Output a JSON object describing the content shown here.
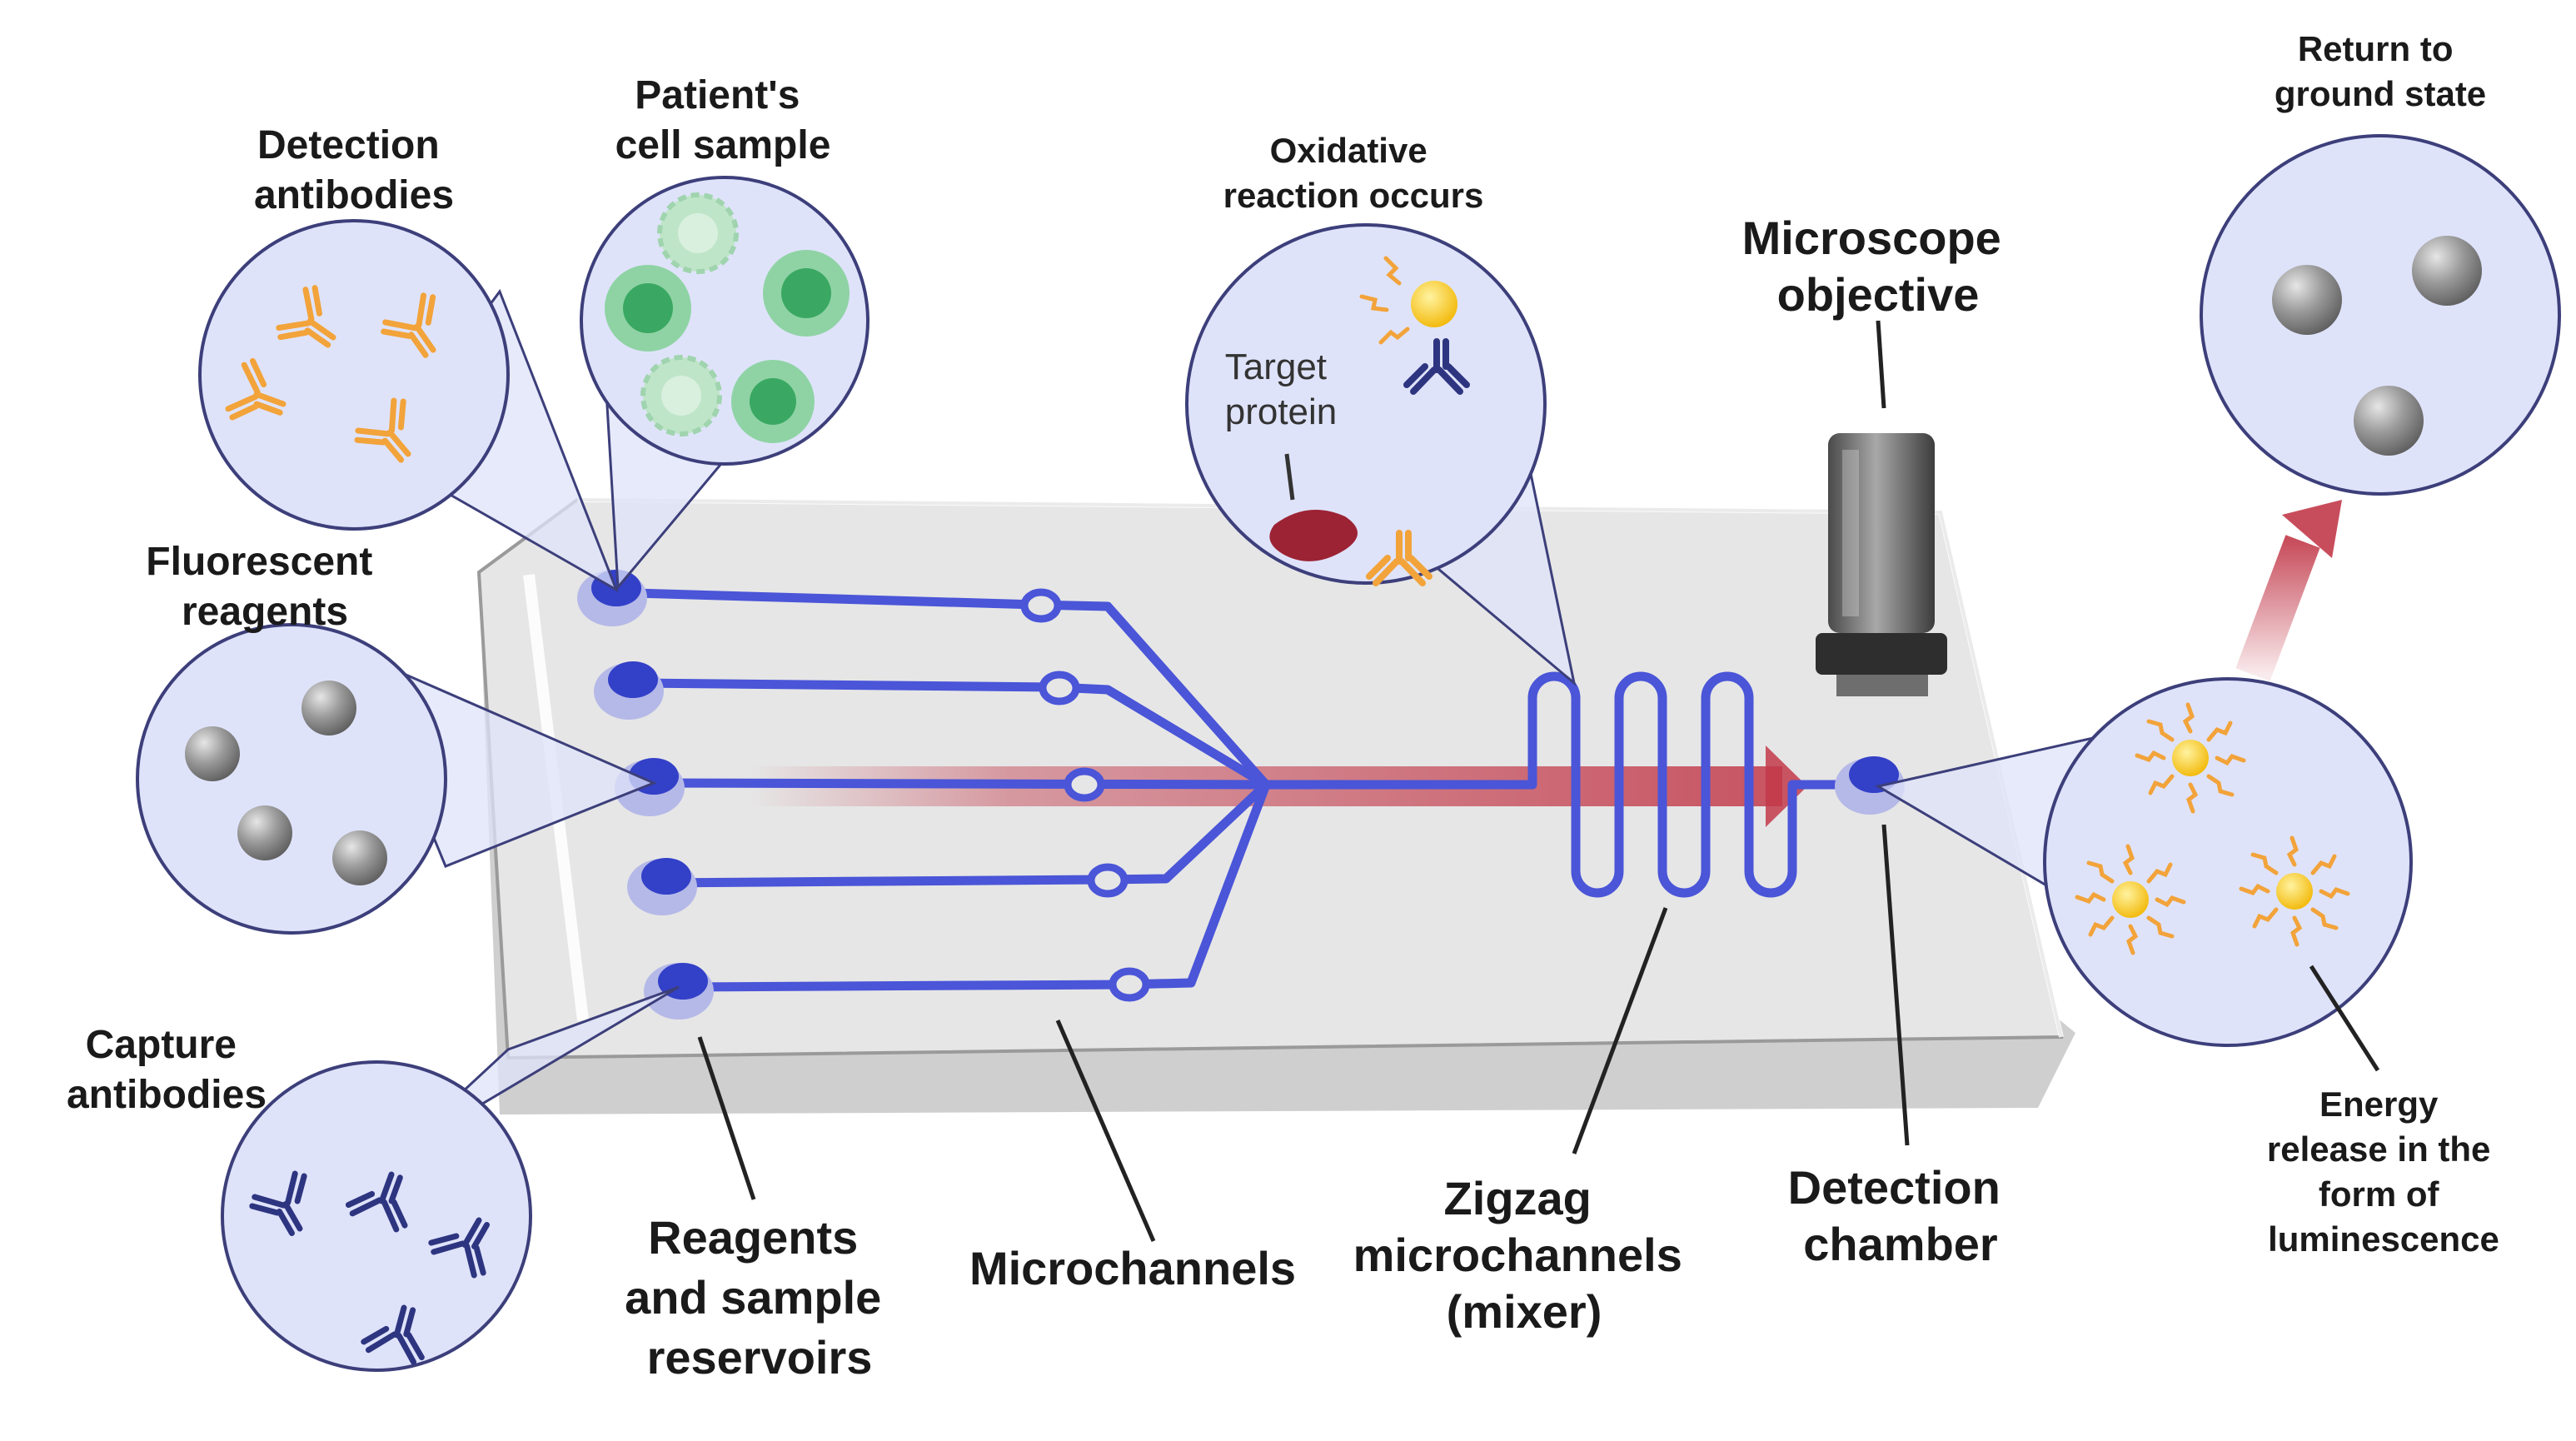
{
  "labels": {
    "detection_antibodies": [
      "Detection",
      "antibodies"
    ],
    "patient_cell_sample": [
      "Patient's",
      "cell sample"
    ],
    "fluorescent_reagents": [
      "Fluorescent",
      "reagents"
    ],
    "capture_antibodies": [
      "Capture",
      "antibodies"
    ],
    "oxidative_reaction": [
      "Oxidative",
      "reaction occurs"
    ],
    "target_protein": [
      "Target",
      "protein"
    ],
    "microscope_objective": [
      "Microscope",
      "objective"
    ],
    "return_ground_state": [
      "Return to",
      "ground state"
    ],
    "reagents_reservoirs": [
      "Reagents",
      "and sample",
      "reservoirs"
    ],
    "microchannels": [
      "Microchannels"
    ],
    "zigzag_mixer": [
      "Zigzag",
      "microchannels",
      "(mixer)"
    ],
    "detection_chamber": [
      "Detection",
      "chamber"
    ],
    "energy_release": [
      "Energy",
      "release in the",
      "form of",
      "luminescence"
    ]
  },
  "colors": {
    "channel": "#4a55d8",
    "flow_arrow": "#c23a4a",
    "bubble_fill": "#dfe3fa",
    "bubble_stroke": "#3c3f7a",
    "chip_top": "#e4e4e4",
    "chip_side": "#c9c9c9",
    "antibody_orange": "#f2a33a",
    "antibody_navy": "#2e3580",
    "cell_green": "#4cb877",
    "sphere_gray": "#8e8e8e",
    "sun_yellow": "#f7c51e",
    "target_protein": "#9c2334"
  },
  "icons": {
    "detection": "y-shaped-antibody-icon",
    "capture": "y-shaped-antibody-icon",
    "cell": "cell-icon",
    "reagent": "gray-sphere-icon",
    "luminescence": "glowing-sun-icon",
    "objective": "microscope-objective-icon"
  }
}
